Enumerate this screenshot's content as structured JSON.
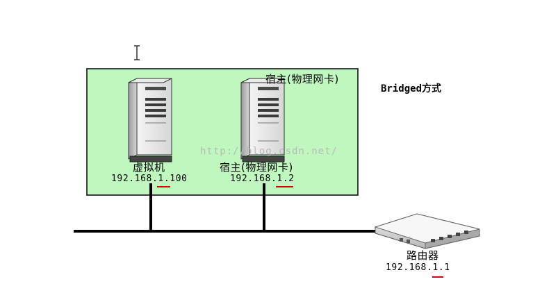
{
  "diagram": {
    "title": "Bridged方式",
    "host_box_label": "宿主(物理网卡)",
    "vm": {
      "name": "虚拟机",
      "ip": "192.168.1.100"
    },
    "host": {
      "name": "宿主(物理网卡)",
      "ip": "192.168.1.2"
    },
    "router": {
      "name": "路由器",
      "ip": "192.168.1.1"
    },
    "watermark": "http://blog.csdn.net/"
  },
  "colors": {
    "host_box_fill": "#bff7bf",
    "host_box_border": "#000000",
    "network_line": "#000000",
    "underline": "#e00000"
  },
  "icons": {
    "vm": "server-tower-icon",
    "host": "server-tower-icon",
    "router": "router-icon",
    "cursor": "text-cursor-icon"
  }
}
